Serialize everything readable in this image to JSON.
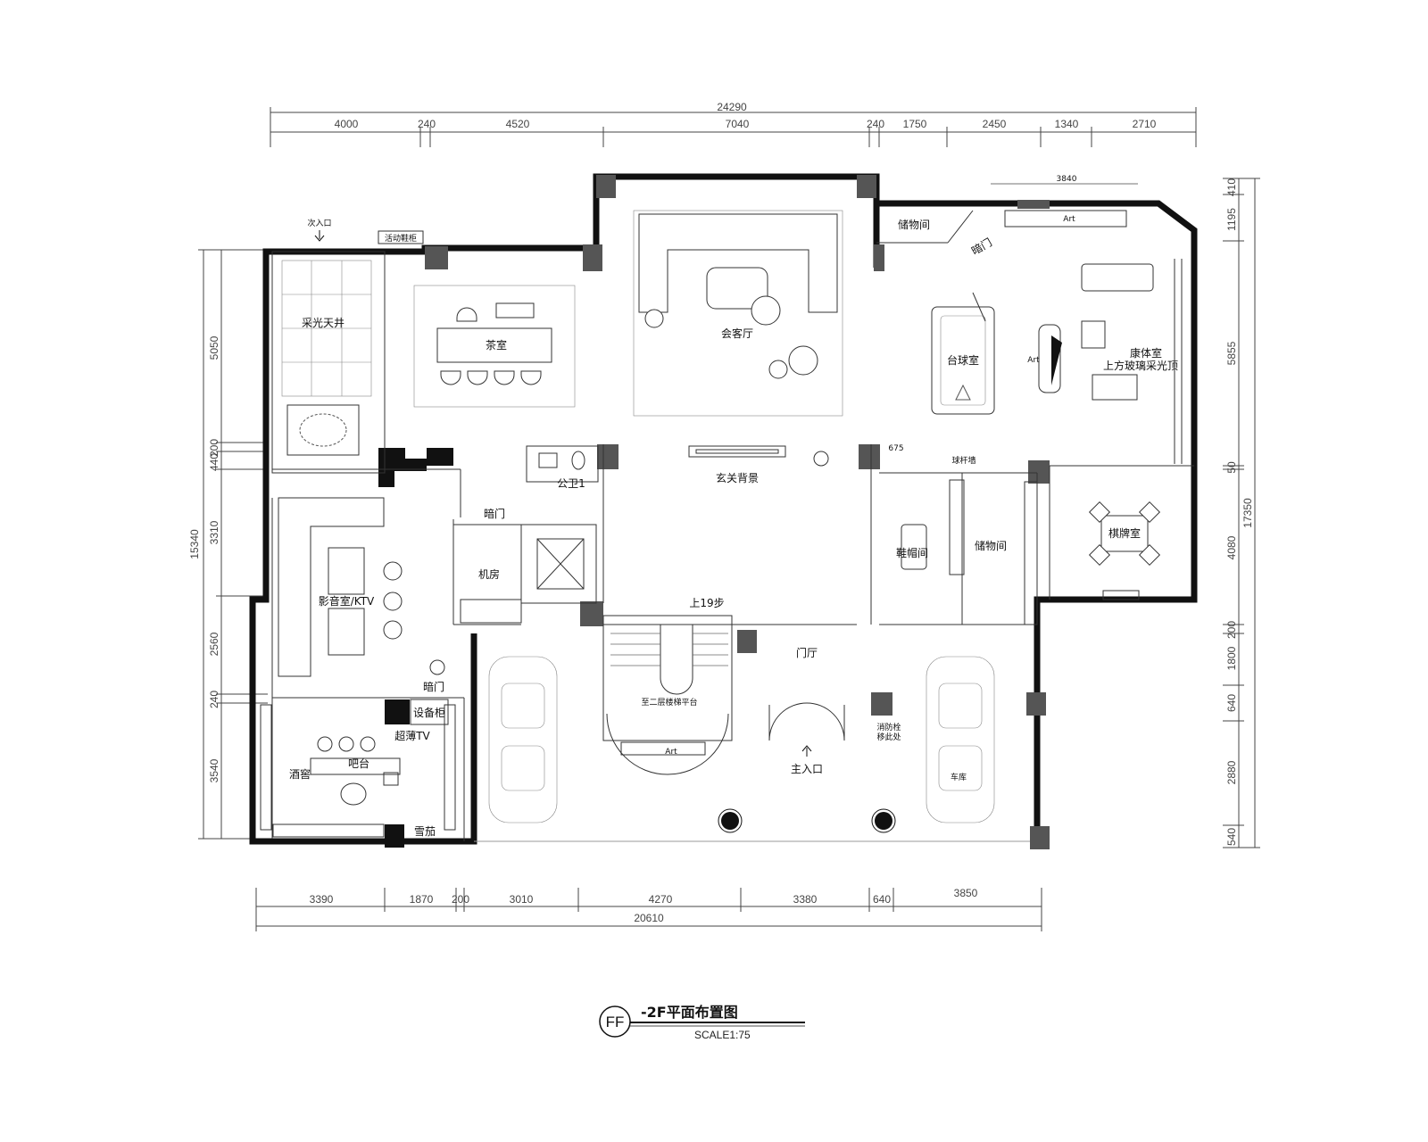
{
  "dims_top": {
    "total": "24290",
    "segments": [
      "4000",
      "240",
      "4520",
      "7040",
      "240",
      "1750",
      "2450",
      "1340",
      "2710"
    ],
    "extra": "3840"
  },
  "dims_bottom": {
    "total": "20610",
    "segments": [
      "3390",
      "1870",
      "200",
      "3010",
      "4270",
      "3380",
      "640",
      "3850"
    ]
  },
  "dims_left": {
    "total": "15340",
    "segments": [
      "5050",
      "200",
      "440",
      "3310",
      "2560",
      "240",
      "3540"
    ]
  },
  "dims_right": {
    "total": "17350",
    "segments": [
      "410",
      "1195",
      "5855",
      "50",
      "4080",
      "200",
      "1800",
      "640",
      "2880",
      "540"
    ]
  },
  "dim_small": "675",
  "rooms": {
    "skylight": "采光天井",
    "tea_room": "茶室",
    "reception": "会客厅",
    "storage_top": "储物间",
    "hidden_door_top": "暗门",
    "billiards": "台球室",
    "fitness": "康体室",
    "fitness_note": "上方玻璃采光顶",
    "art_top": "Art",
    "art_mid": "Art",
    "art_bottom": "Art",
    "cue_wall": "球杆墙",
    "chess_room": "棋牌室",
    "entry_wall": "玄关背景",
    "wc": "公卫1",
    "hidden_door_mid": "暗门",
    "machine_room": "机房",
    "cinema": "影音室/KTV",
    "hidden_door_low": "暗门",
    "equip_cabinet": "设备柜",
    "thin_tv": "超薄TV",
    "wine_cellar": "酒窖",
    "bar": "吧台",
    "cigar": "雪茄",
    "shoe_room": "鞋帽间",
    "storage_mid": "储物间",
    "stairs_up": "上19步",
    "stairs_label": "至二层楼梯平台",
    "foyer": "门厅",
    "main_entry": "主入口",
    "garage": "车库",
    "fire_hydrant": "消防栓",
    "fire_hydrant_note": "移此处",
    "second_entry": "次入口",
    "shoe_cabinet": "活动鞋柜"
  },
  "title_block": {
    "badge": "FF",
    "title": "-2F平面布置图",
    "scale": "SCALE1:75"
  }
}
